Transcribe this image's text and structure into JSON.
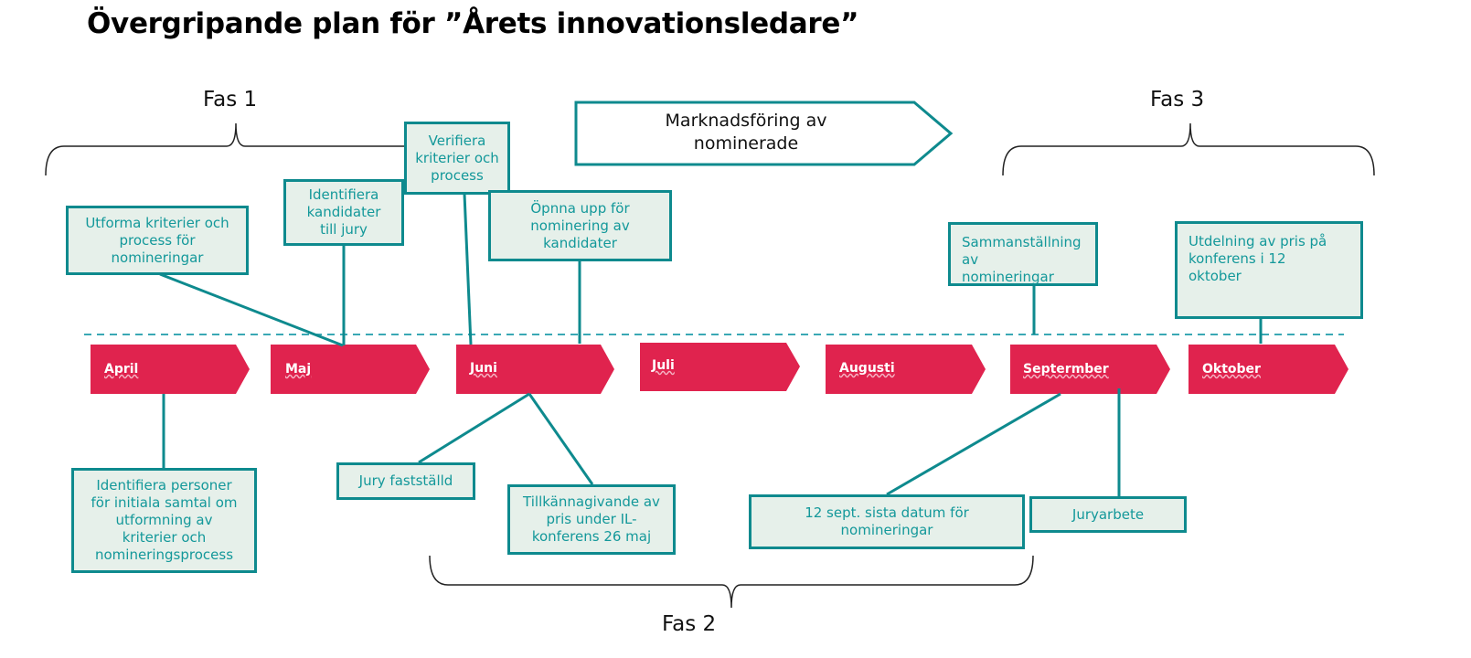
{
  "title": "Övergripande plan för ”Årets innovationsledare”",
  "phases": {
    "fas1": "Fas 1",
    "fas2": "Fas 2",
    "fas3": "Fas 3"
  },
  "marketing": "Marknadsföring av\nnominerade",
  "months": [
    "April",
    "Maj",
    "Juni",
    "Juli",
    "Augusti",
    "Septermber",
    "Oktober"
  ],
  "top_boxes": {
    "utforma": "Utforma kriterier och\nprocess för\nnomineringar",
    "identifiera_kandidater": "Identifiera\nkandidater\ntill jury",
    "verifiera": "Verifiera\nkriterier och\nprocess",
    "oppna": "Öpnna upp för\nnominering av\nkandidater",
    "sammanstallning": "Sammanställning av\nnomineringar",
    "utdelning": "Utdelning av pris på\nkonferens i 12\noktober"
  },
  "bottom_boxes": {
    "identifiera_personer": "Identifiera personer\nför initiala samtal om\nutformning av\nkriterier och\nnomineringsprocess",
    "jury_faststalld": "Jury fastställd",
    "tillkannagivande": "Tillkännagivande av\npris under IL-\nkonferens 26 maj",
    "sista_datum": "12 sept. sista datum för\nnomineringar",
    "juryarbete": "Juryarbete"
  },
  "colors": {
    "teal": "#0e8a8e",
    "box_fill": "#e6f0ea",
    "month_red": "#e0234e",
    "dash": "#3aa8b4"
  }
}
